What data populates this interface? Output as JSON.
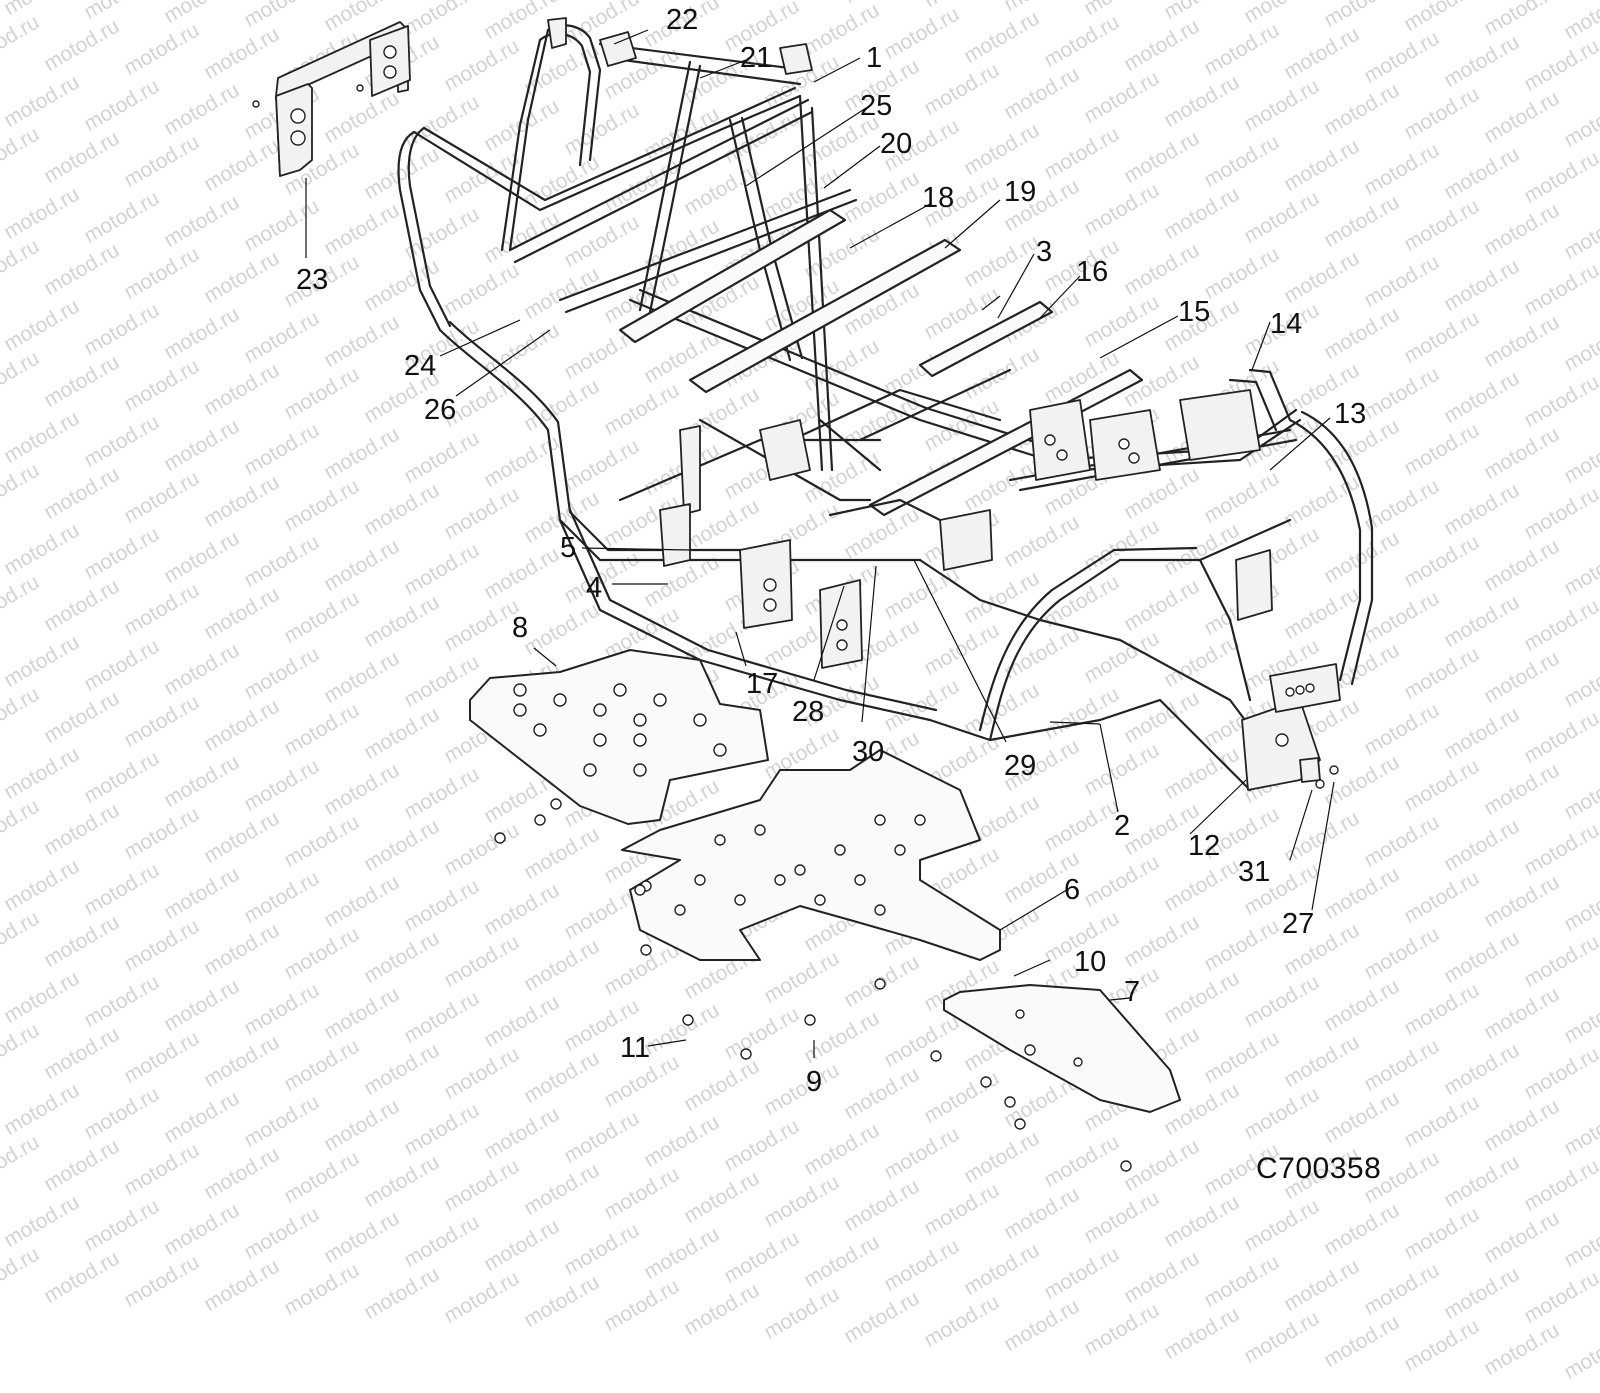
{
  "diagram": {
    "code": "C700358",
    "watermark_text": "motod.ru",
    "callouts": [
      "1",
      "2",
      "3",
      "4",
      "5",
      "6",
      "7",
      "8",
      "9",
      "10",
      "11",
      "12",
      "13",
      "14",
      "15",
      "16",
      "17",
      "18",
      "19",
      "20",
      "21",
      "22",
      "23",
      "24",
      "25",
      "26",
      "27",
      "28",
      "29",
      "30",
      "31"
    ]
  }
}
